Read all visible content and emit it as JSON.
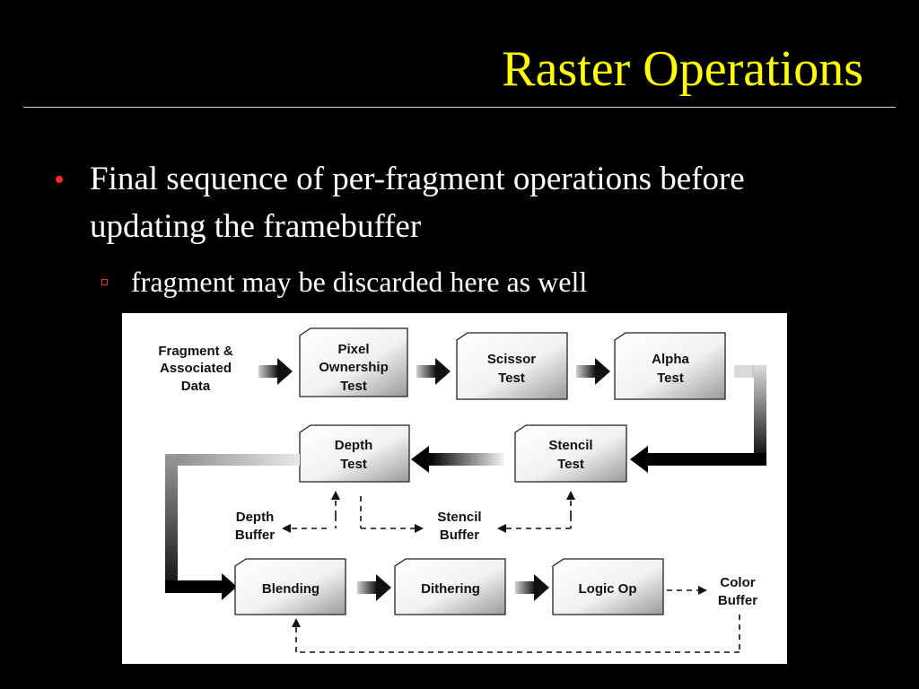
{
  "slide": {
    "title": "Raster Operations",
    "bullets": [
      {
        "text": "Final sequence of per-fragment operations before updating the framebuffer",
        "sub": [
          "fragment may be discarded here as well"
        ]
      }
    ]
  },
  "diagram": {
    "input_label": [
      "Fragment &",
      "Associated",
      "Data"
    ],
    "boxes": {
      "pixel_ownership": [
        "Pixel",
        "Ownership",
        "Test"
      ],
      "scissor": [
        "Scissor",
        "Test"
      ],
      "alpha": [
        "Alpha",
        "Test"
      ],
      "stencil": [
        "Stencil",
        "Test"
      ],
      "depth": [
        "Depth",
        "Test"
      ],
      "blending": [
        "Blending"
      ],
      "dithering": [
        "Dithering"
      ],
      "logic_op": [
        "Logic Op"
      ]
    },
    "buffers": {
      "depth_buffer": [
        "Depth",
        "Buffer"
      ],
      "stencil_buffer": [
        "Stencil",
        "Buffer"
      ],
      "color_buffer": [
        "Color",
        "Buffer"
      ]
    }
  }
}
